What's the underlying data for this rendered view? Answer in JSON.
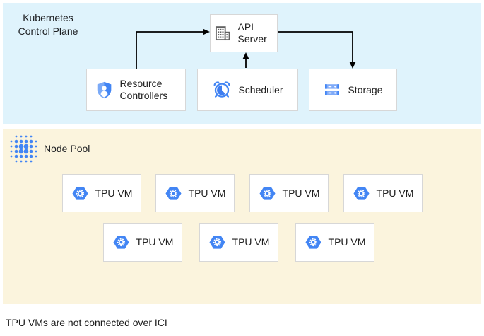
{
  "colors": {
    "control_plane_bg": "#dff3fc",
    "node_pool_bg": "#fbf4dd",
    "card_border": "#d7d7d7",
    "accent_blue": "#4285f4",
    "light_blue": "#80abf8",
    "icon_gray": "#616161",
    "arrow": "#000000",
    "text": "#202124"
  },
  "control_plane": {
    "title": "Kubernetes\nControl Plane",
    "api_server": {
      "label": "API Server",
      "icon": "building-icon"
    },
    "resource_controllers": {
      "label": "Resource Controllers",
      "icon": "shield-user-icon"
    },
    "scheduler": {
      "label": "Scheduler",
      "icon": "alarm-clock-icon"
    },
    "storage": {
      "label": "Storage",
      "icon": "server-stack-icon"
    }
  },
  "node_pool": {
    "label": "Node Pool",
    "icon": "dot-cluster-icon",
    "tpu_icon": "tpu-hexagon-gear-icon",
    "tpu_vms": [
      "TPU VM",
      "TPU VM",
      "TPU VM",
      "TPU VM",
      "TPU VM",
      "TPU VM",
      "TPU VM"
    ]
  },
  "footnote": "TPU VMs are not connected over ICI"
}
